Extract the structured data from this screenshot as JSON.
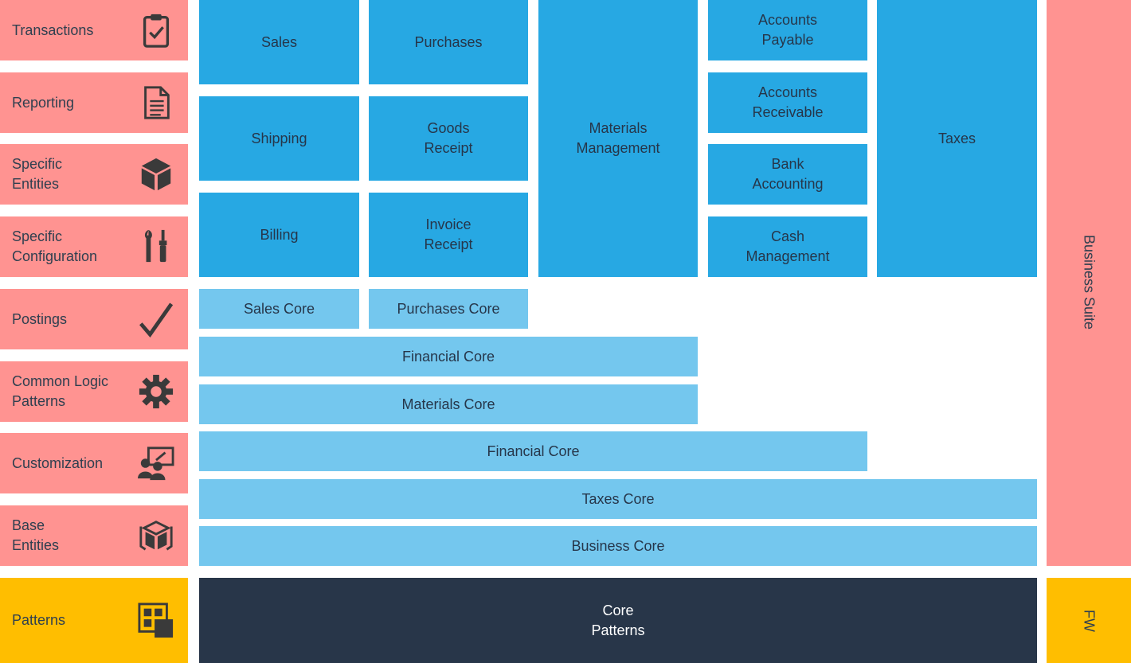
{
  "layers": [
    {
      "label": "Transactions",
      "icon": "clipboard-check-icon"
    },
    {
      "label": "Reporting",
      "icon": "document-icon"
    },
    {
      "label": "Specific\nEntities",
      "icon": "cube-icon"
    },
    {
      "label": "Specific\nConfiguration",
      "icon": "tools-icon"
    },
    {
      "label": "Postings",
      "icon": "checkmark-icon"
    },
    {
      "label": "Common Logic\nPatterns",
      "icon": "gear-icon"
    },
    {
      "label": "Customization",
      "icon": "presentation-users-icon"
    },
    {
      "label": "Base\nEntities",
      "icon": "open-cube-icon"
    },
    {
      "label": "Patterns",
      "icon": "grid-layout-icon"
    }
  ],
  "modules": {
    "sales": "Sales",
    "purchases": "Purchases",
    "materials_management": "Materials\nManagement",
    "accounts_payable": "Accounts\nPayable",
    "taxes": "Taxes",
    "shipping": "Shipping",
    "goods_receipt": "Goods\nReceipt",
    "accounts_receivable": "Accounts\nReceivable",
    "bank_accounting": "Bank\nAccounting",
    "billing": "Billing",
    "invoice_receipt": "Invoice\nReceipt",
    "cash_management": "Cash\nManagement"
  },
  "cores": {
    "sales_core": "Sales Core",
    "purchases_core": "Purchases Core",
    "financial_core_1": "Financial Core",
    "materials_core": "Materials Core",
    "financial_core_2": "Financial Core",
    "taxes_core": "Taxes Core",
    "business_core": "Business Core",
    "core_patterns": "Core\nPatterns"
  },
  "side": {
    "business_suite": "Business Suite",
    "fw": "FW"
  },
  "colors": {
    "module_blue": "#27a8e3",
    "core_blue": "#74c7ee",
    "navy": "#283649",
    "pink": "#ff9391",
    "yellow": "#ffbe00"
  }
}
